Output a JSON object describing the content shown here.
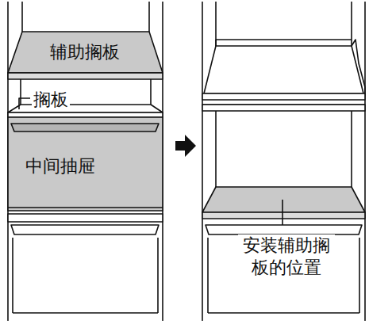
{
  "diagram": {
    "labels": [
      "辅助搁板",
      "搁板",
      "中间抽屉",
      "安装辅助搁板的位置"
    ]
  }
}
